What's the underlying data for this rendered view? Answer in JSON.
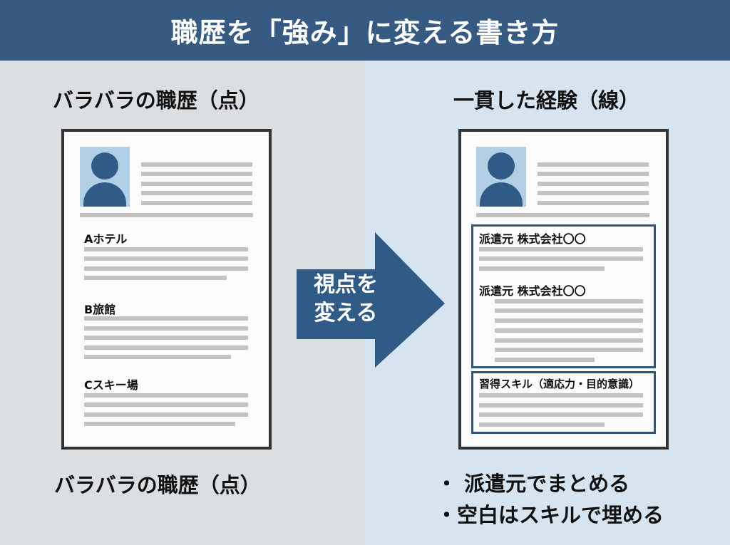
{
  "header": {
    "title": "職歴を「強み」に変える書き方",
    "bg_color": "#365a82"
  },
  "left": {
    "title": "バラバラの職歴（点）",
    "sections": [
      {
        "label": "Aホテル"
      },
      {
        "label": "B旅館"
      },
      {
        "label": "Cスキー場"
      }
    ],
    "caption": "バラバラの職歴（点）"
  },
  "arrow": {
    "line1": "視点を",
    "line2": "変える",
    "color": "#2f5b86"
  },
  "right": {
    "title": "一貫した経験（線）",
    "sections": [
      {
        "label": "派遣元 株式会社〇〇"
      },
      {
        "label": "派遣元 株式会社〇〇"
      },
      {
        "label": "習得スキル（適応力・目的意識）"
      }
    ],
    "bullets": [
      "・ 派遣元でまとめる",
      "・空白はスキルで埋める"
    ]
  },
  "icons": {
    "avatar": "person-silhouette-icon",
    "arrow": "right-arrow-icon"
  }
}
